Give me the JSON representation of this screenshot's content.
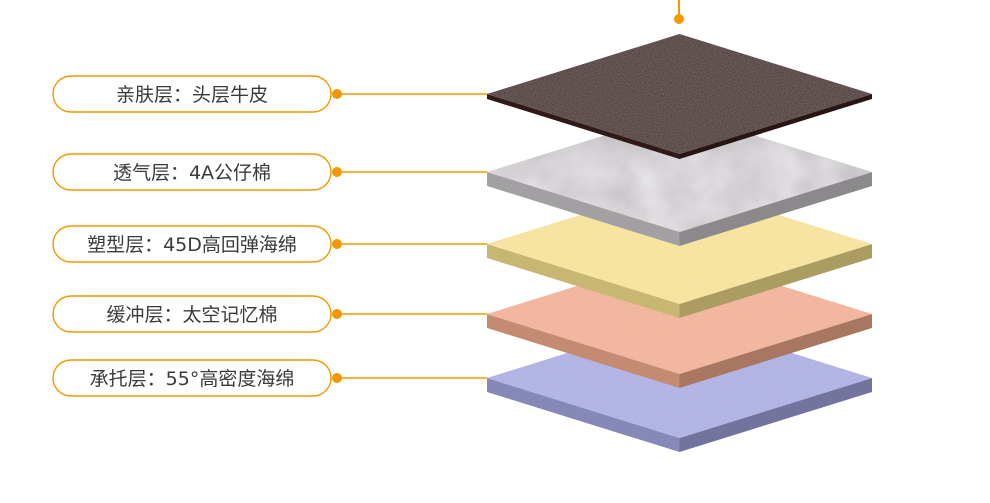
{
  "layers": [
    {
      "id": "skin",
      "label": "亲肤层：头层牛皮",
      "color": "#3b1f1c"
    },
    {
      "id": "breath",
      "label": "透气层：4A公仔棉",
      "color": "#c7c3c8"
    },
    {
      "id": "shape",
      "label": "塑型层：45D高回弹海绵",
      "color": "#f4df8c"
    },
    {
      "id": "cushion",
      "label": "缓冲层：太空记忆棉",
      "color": "#f0a98b"
    },
    {
      "id": "support",
      "label": "承托层：55°高密度海绵",
      "color": "#a4a6e0"
    }
  ],
  "accent": "#f39800"
}
